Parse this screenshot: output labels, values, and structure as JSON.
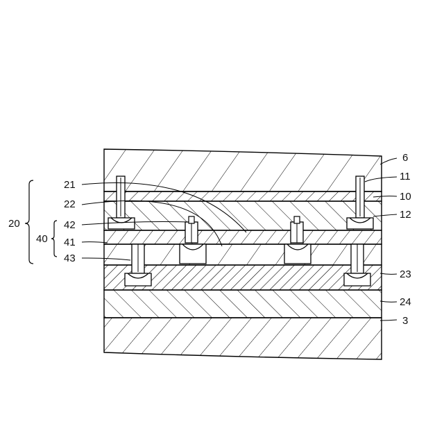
{
  "labels": {
    "l6": "6",
    "l11": "11",
    "l10": "10",
    "l12": "12",
    "l21": "21",
    "l22": "22",
    "l20": "20",
    "l40": "40",
    "l42": "42",
    "l41": "41",
    "l43": "43",
    "l23": "23",
    "l24": "24",
    "l3": "3"
  }
}
